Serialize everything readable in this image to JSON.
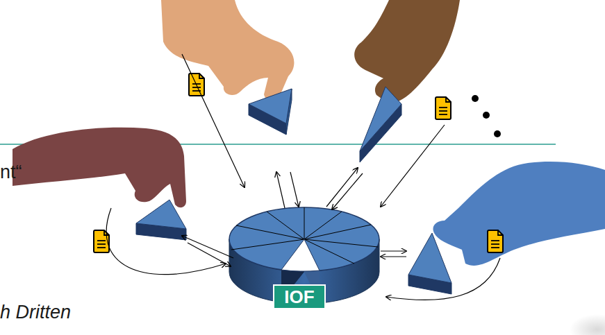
{
  "diagram": {
    "nodes": [
      {
        "text": [
          "IOF"
        ]
      }
    ],
    "labels": [
      "nt“",
      "h Dritten"
    ]
  }
}
